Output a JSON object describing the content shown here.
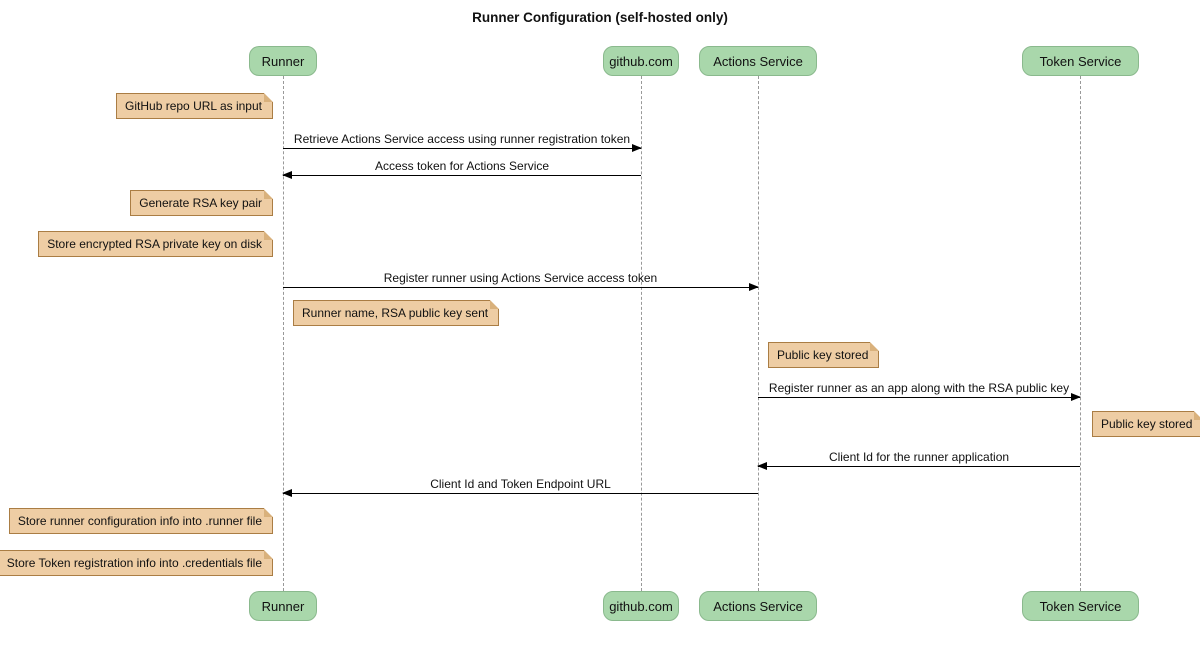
{
  "title": "Runner Configuration (self-hosted only)",
  "participants": [
    {
      "label": "Runner"
    },
    {
      "label": "github.com"
    },
    {
      "label": "Actions Service"
    },
    {
      "label": "Token Service"
    }
  ],
  "messages": [
    {
      "label": "Retrieve Actions Service access using runner registration token",
      "from": "Runner",
      "to": "github.com"
    },
    {
      "label": "Access token for Actions Service",
      "from": "github.com",
      "to": "Runner"
    },
    {
      "label": "Register runner using Actions Service access token",
      "from": "Runner",
      "to": "Actions Service"
    },
    {
      "label": "Register runner as an app along with the RSA public key",
      "from": "Actions Service",
      "to": "Token Service"
    },
    {
      "label": "Client Id for the runner application",
      "from": "Token Service",
      "to": "Actions Service"
    },
    {
      "label": "Client Id and Token Endpoint URL",
      "from": "Actions Service",
      "to": "Runner"
    }
  ],
  "notes": [
    {
      "label": "GitHub repo URL as input",
      "position": "left of Runner"
    },
    {
      "label": "Generate RSA key pair",
      "position": "left of Runner"
    },
    {
      "label": "Store encrypted RSA private key on disk",
      "position": "left of Runner"
    },
    {
      "label": "Runner name, RSA public key sent",
      "position": "right of Runner"
    },
    {
      "label": "Public key stored",
      "position": "right of Actions Service"
    },
    {
      "label": "Public key stored",
      "position": "right of Token Service"
    },
    {
      "label": "Store runner configuration info into .runner file",
      "position": "left of Runner"
    },
    {
      "label": "Store Token registration info into .credentials file",
      "position": "left of Runner"
    }
  ],
  "colors": {
    "participant_fill": "#a9d7ab",
    "participant_border": "#8ab98d",
    "note_fill": "#eecda4",
    "note_border": "#aa7d44",
    "lifeline": "#999999",
    "arrow": "#000000",
    "background": "#ffffff"
  }
}
